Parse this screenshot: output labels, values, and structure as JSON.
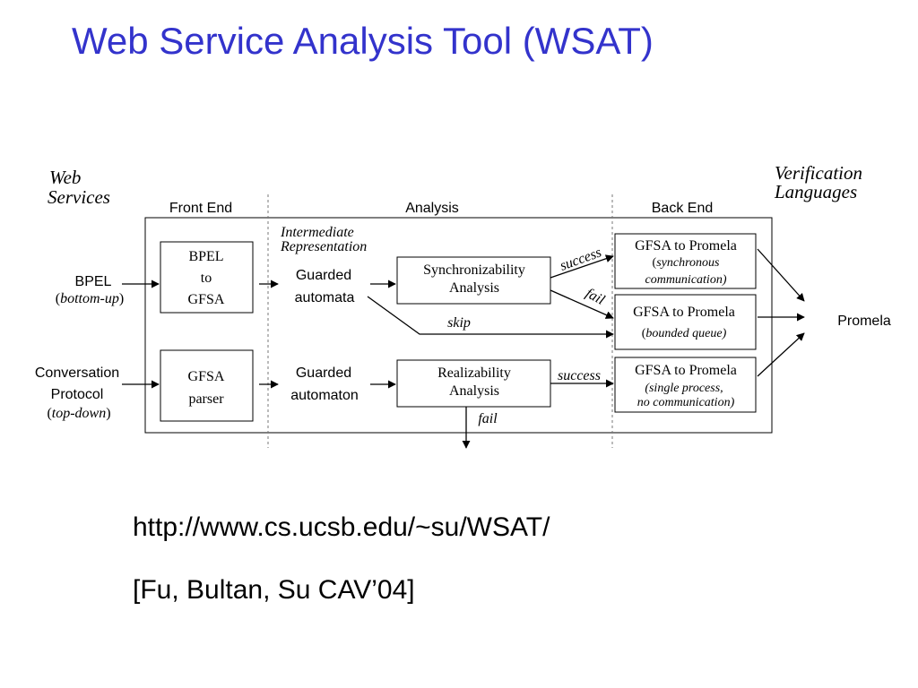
{
  "slide": {
    "title": "Web Service Analysis Tool (WSAT)",
    "url": "http://www.cs.ucsb.edu/~su/WSAT/",
    "citation": "[Fu, Bultan, Su CAV’04]"
  },
  "diagram": {
    "left_heading": [
      "Web",
      "Services"
    ],
    "right_heading": [
      "Verification",
      "Languages"
    ],
    "sections": {
      "front_end": "Front End",
      "analysis": "Analysis",
      "back_end": "Back End"
    },
    "intermediate": [
      "Intermediate",
      "Representation"
    ],
    "inputs": {
      "bpel": {
        "name": "BPEL",
        "paren_open": "(",
        "qualifier": "bottom-up",
        "paren_close": ")"
      },
      "conversation": {
        "line1": "Conversation",
        "line2": "Protocol",
        "paren_open": "(",
        "qualifier": "top-down",
        "paren_close": ")"
      }
    },
    "boxes": {
      "bpel_to_gfsa": [
        "BPEL",
        "to",
        "GFSA"
      ],
      "gfsa_parser": [
        "GFSA",
        "parser"
      ],
      "sync_analysis": [
        "Synchronizability",
        "Analysis"
      ],
      "real_analysis": [
        "Realizability",
        "Analysis"
      ],
      "promela_sync": {
        "title": "GFSA to Promela",
        "paren_open": "(",
        "line1": "synchronous",
        "line2": "communication)"
      },
      "promela_bounded": {
        "title": "GFSA to Promela",
        "paren_open": "(",
        "line1": "bounded queue)"
      },
      "promela_single": {
        "title": "GFSA to Promela",
        "line1": "(single process,",
        "line2": "no communication)"
      }
    },
    "intermediates": {
      "guarded_automata": [
        "Guarded",
        "automata"
      ],
      "guarded_automaton": [
        "Guarded",
        "automaton"
      ]
    },
    "edge_labels": {
      "success_top": "success",
      "fail_top": "fail",
      "skip": "skip",
      "success_bottom": "success",
      "fail_bottom": "fail"
    },
    "output": "Promela"
  }
}
